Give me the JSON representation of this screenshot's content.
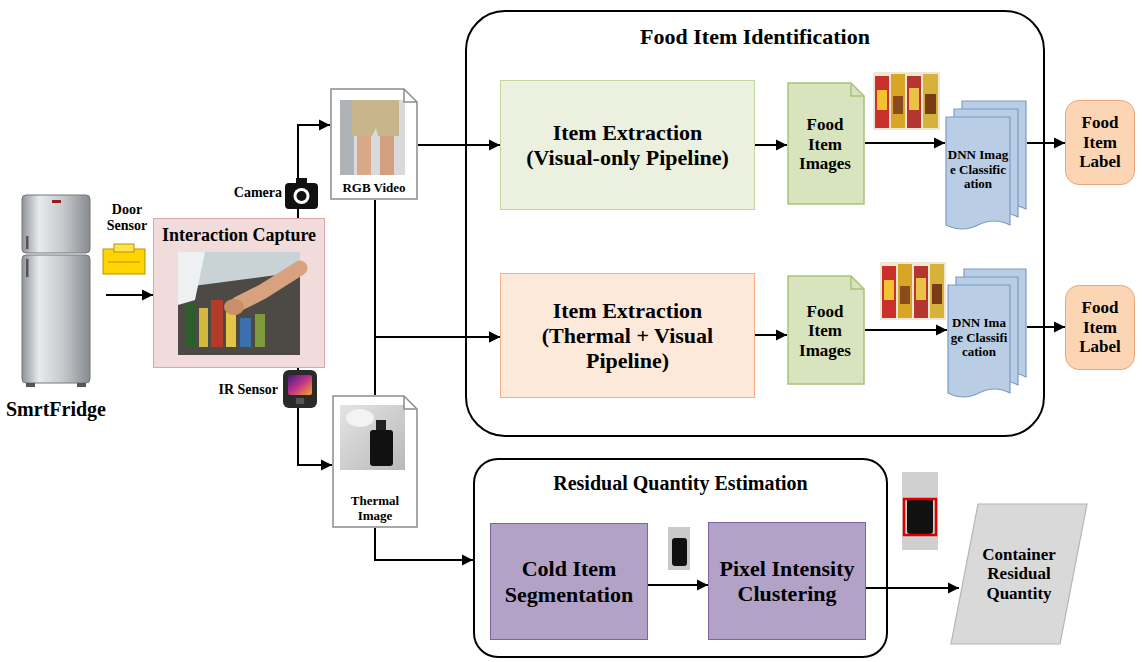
{
  "diagram": {
    "nodes": [
      {
        "text": [
          "SmrtFridge"
        ]
      },
      {
        "text": [
          "Interaction Capture"
        ]
      },
      {
        "text": [
          "RGB Video"
        ]
      },
      {
        "text": [
          "Thermal Image"
        ]
      },
      {
        "text": [
          "Food Item Identification"
        ]
      },
      {
        "text": [
          "Item Extraction",
          "(Visual-only Pipeline)"
        ],
        "in": 4
      },
      {
        "text": [
          "Food Item Images"
        ],
        "in": 4
      },
      {
        "text": [
          "DNN Image Classification"
        ],
        "in": 4
      },
      {
        "text": [
          "Food Item Label"
        ]
      },
      {
        "text": [
          "Item Extraction",
          "(Thermal + Visual Pipeline)"
        ],
        "in": 4
      },
      {
        "text": [
          "Food Item Images"
        ],
        "in": 4
      },
      {
        "text": [
          "DNN Image Classification"
        ],
        "in": 4
      },
      {
        "text": [
          "Food Item Label"
        ]
      },
      {
        "text": [
          "Residual Quantity Estimation"
        ]
      },
      {
        "text": [
          "Cold Item Segmentation"
        ],
        "in": 13
      },
      {
        "text": [
          "Pixel Intensity Clustering"
        ],
        "in": 13
      },
      {
        "text": [
          "Container Residual Quantity"
        ]
      }
    ],
    "edges": [
      {
        "from": 0,
        "to": 1,
        "arrow": "to"
      },
      {
        "from": 1,
        "to": 2,
        "arrow": "to"
      },
      {
        "from": 1,
        "to": 3,
        "arrow": "to"
      },
      {
        "from": 2,
        "to": 5,
        "arrow": "to"
      },
      {
        "from": 2,
        "to": 9,
        "arrow": "to"
      },
      {
        "from": 3,
        "to": 9,
        "arrow": "to"
      },
      {
        "from": 3,
        "to": 13,
        "arrow": "to"
      },
      {
        "from": 5,
        "to": 6,
        "arrow": "to"
      },
      {
        "from": 6,
        "to": 7,
        "arrow": "to"
      },
      {
        "from": 7,
        "to": 8,
        "arrow": "to"
      },
      {
        "from": 9,
        "to": 10,
        "arrow": "to"
      },
      {
        "from": 10,
        "to": 11,
        "arrow": "to"
      },
      {
        "from": 11,
        "to": 12,
        "arrow": "to"
      },
      {
        "from": 14,
        "to": 15,
        "arrow": "to"
      },
      {
        "from": 15,
        "to": 16,
        "arrow": "to"
      }
    ],
    "labels": [
      "Door Sensor",
      "Camera",
      "IR Sensor"
    ]
  }
}
